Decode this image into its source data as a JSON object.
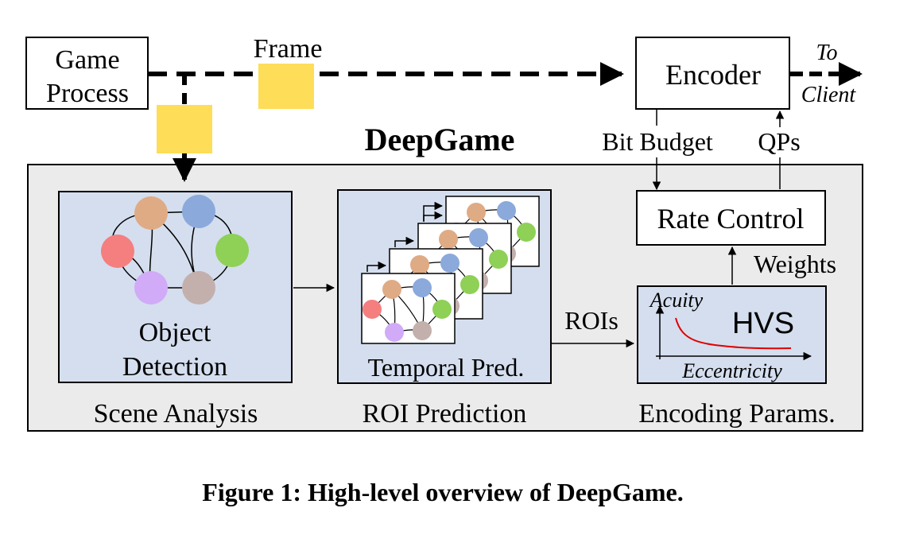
{
  "diagram": {
    "game_process": "Game Process",
    "frame_label": "Frame",
    "encoder": "Encoder",
    "to_label": "To",
    "client_label": "Client",
    "system_name": "DeepGame",
    "bit_budget": "Bit Budget",
    "qps": "QPs",
    "rate_control": "Rate Control",
    "weights": "Weights",
    "object_detection_1": "Object",
    "object_detection_2": "Detection",
    "temporal_pred": "Temporal Pred.",
    "rois": "ROIs",
    "acuity": "Acuity",
    "hvs": "HVS",
    "eccentricity": "Eccentricity",
    "scene_analysis": "Scene Analysis",
    "roi_prediction": "ROI Prediction",
    "encoding_params": "Encoding Params."
  },
  "caption": "Figure 1: High-level overview of DeepGame.",
  "colors": {
    "panel_bg": "#ebebeb",
    "module_bg": "#d4deee",
    "frame_yellow": "#fedd58",
    "orange": "#dfab85",
    "blue": "#8ba9db",
    "red": "#f57e7f",
    "green": "#8fd057",
    "purple": "#d1aaf8",
    "gray": "#c3b0ad",
    "curve_red": "#e00000"
  }
}
